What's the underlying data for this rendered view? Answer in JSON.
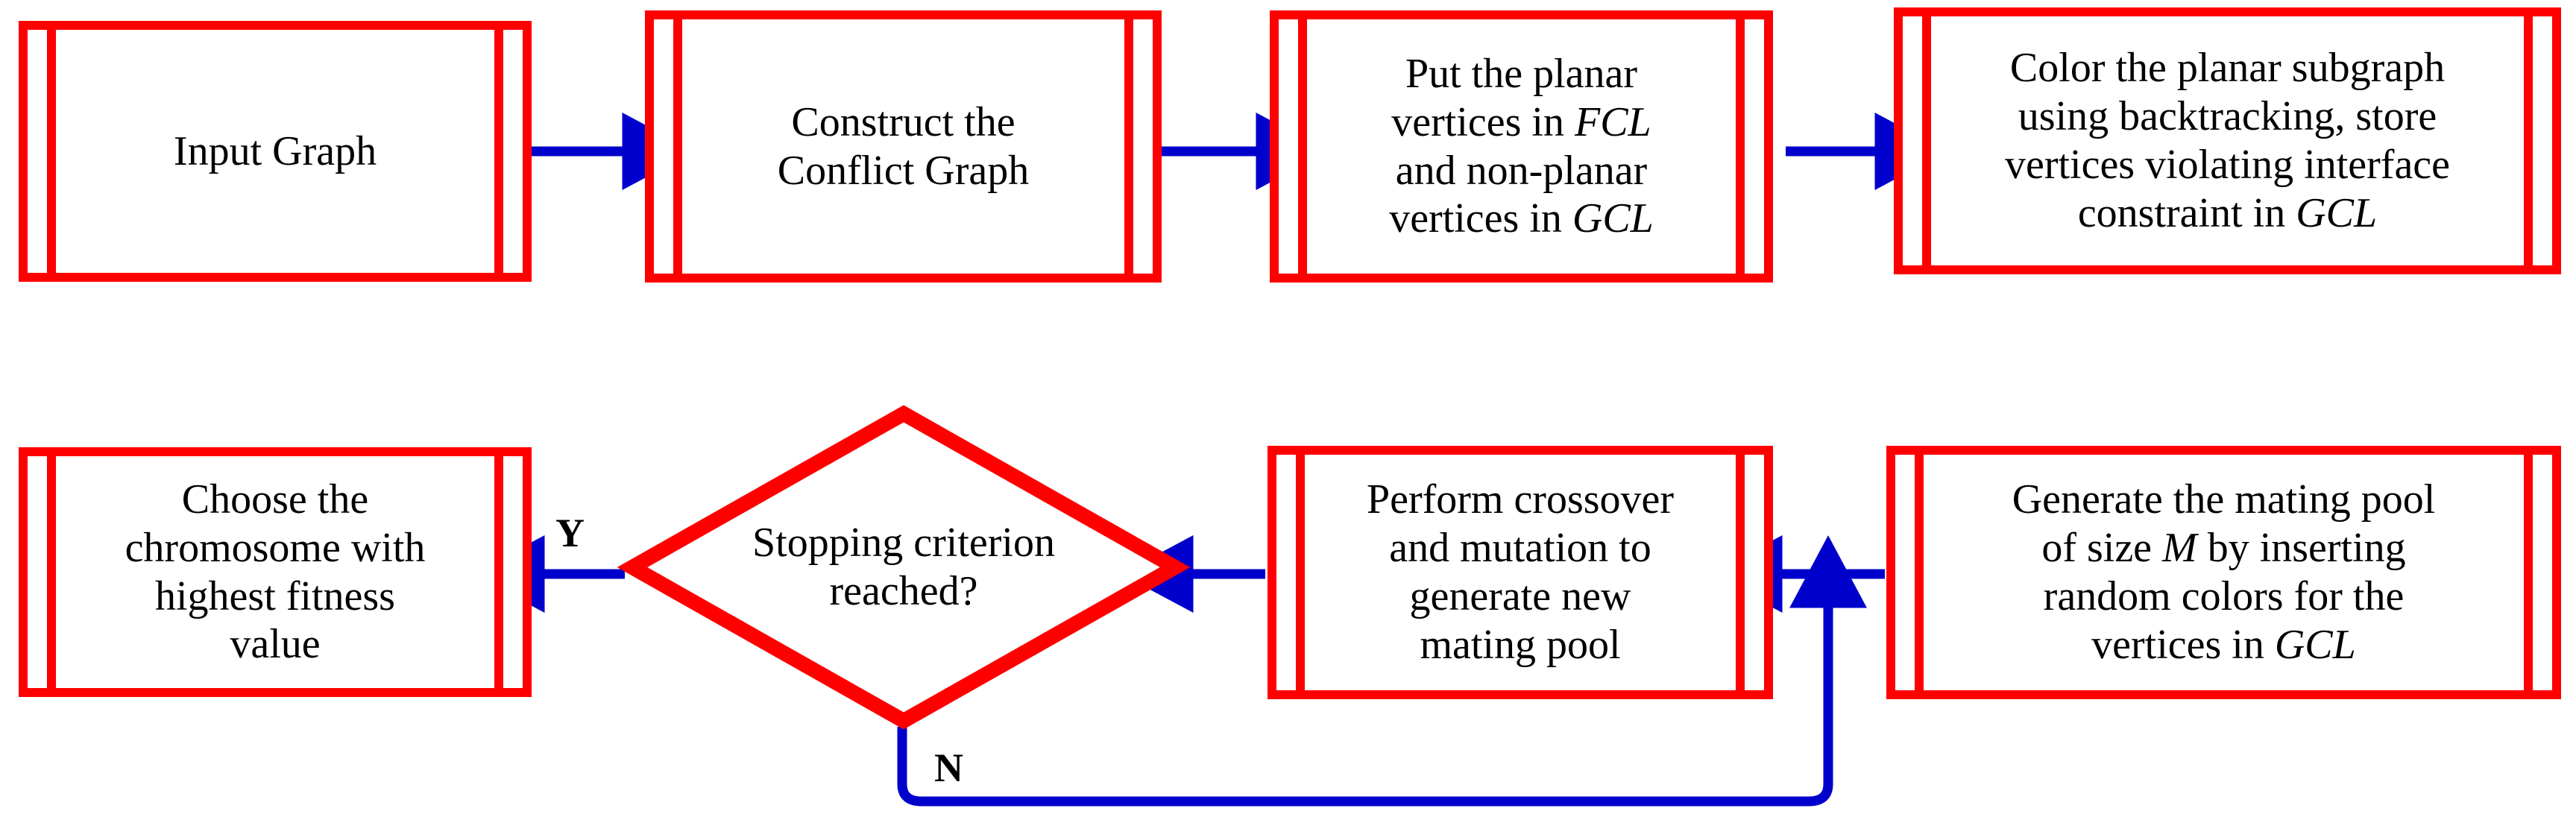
{
  "diagram": {
    "title": "Graph coloring genetic algorithm flowchart",
    "colors": {
      "node_border": "#fe0000",
      "connector": "#0000cc",
      "text": "#000000",
      "background": "#ffffff"
    },
    "nodes": [
      {
        "id": "input-graph",
        "shape": "predefined-process",
        "text": "Input Graph"
      },
      {
        "id": "construct-conflict-graph",
        "shape": "predefined-process",
        "line1": "Construct the",
        "line2": "Conflict Graph"
      },
      {
        "id": "partition-vertices",
        "shape": "predefined-process",
        "line1": "Put the planar",
        "line2_pre": "vertices in ",
        "line2_em": "FCL",
        "line3": "and non-planar",
        "line4_pre": "vertices in ",
        "line4_em": "GCL"
      },
      {
        "id": "color-planar-subgraph",
        "shape": "predefined-process",
        "line1": "Color the planar subgraph",
        "line2": "using backtracking, store",
        "line3": "vertices violating interface",
        "line4_pre": "constraint in ",
        "line4_em": "GCL"
      },
      {
        "id": "generate-mating-pool",
        "shape": "predefined-process",
        "line1": "Generate the mating pool",
        "line2_pre": "of size ",
        "line2_em": "M",
        "line2_post": " by inserting",
        "line3": "random colors for the",
        "line4_pre": "vertices in ",
        "line4_em": "GCL"
      },
      {
        "id": "crossover-mutation",
        "shape": "predefined-process",
        "line1": "Perform crossover",
        "line2": "and mutation to",
        "line3": "generate new",
        "line4": "mating pool"
      },
      {
        "id": "stopping-criterion",
        "shape": "decision",
        "line1": "Stopping criterion",
        "line2": "reached?"
      },
      {
        "id": "choose-best-chromosome",
        "shape": "predefined-process",
        "line1": "Choose the",
        "line2": "chromosome with",
        "line3": "highest fitness",
        "line4": "value"
      }
    ],
    "branch_labels": {
      "yes": "Y",
      "no": "N"
    }
  }
}
